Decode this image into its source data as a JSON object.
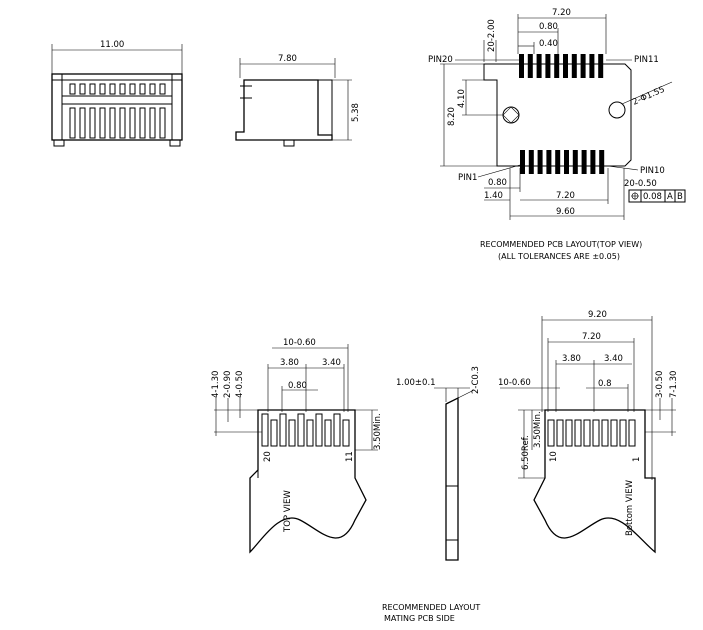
{
  "front_view": {
    "width_dim": "11.00"
  },
  "side_view": {
    "length_dim": "7.80",
    "height_dim": "5.38"
  },
  "pcb_layout": {
    "dim_720_top": "7.20",
    "dim_080_top": "0.80",
    "dim_040": "0.40",
    "dim_20_200": "20-2.00",
    "pin20": "PIN20",
    "pin11": "PIN11",
    "pin1": "PIN1",
    "pin10": "PIN10",
    "dim_410": "4.10",
    "dim_820": "8.20",
    "hole_dim": "2-Φ1.55",
    "dim_080_bot": "0.80",
    "dim_140": "1.40",
    "dim_720_bot": "7.20",
    "dim_960": "9.60",
    "dim_20_050": "20-0.50",
    "tol_value": "0.08",
    "datum_a": "A",
    "datum_b": "B",
    "caption_line1": "RECOMMENDED PCB LAYOUT(TOP VIEW)",
    "caption_line2": "(ALL TOLERANCES ARE ±0.05)"
  },
  "mating_top": {
    "dim_10_060": "10-0.60",
    "dim_380": "3.80",
    "dim_340": "3.40",
    "dim_080": "0.80",
    "dim_4_130": "4-1.30",
    "dim_2_090": "2-0.90",
    "dim_4_050": "4-0.50",
    "dim_350": "3.50Min.",
    "pin_20": "20",
    "pin_11": "11",
    "view_label": "TOP VIEW"
  },
  "mating_side": {
    "dim_thickness": "1.00±0.1",
    "dim_chamfer": "2-C0.3"
  },
  "mating_bottom": {
    "dim_920": "9.20",
    "dim_720": "7.20",
    "dim_380": "3.80",
    "dim_340": "3.40",
    "dim_10_060": "10-0.60",
    "dim_08": "0.8",
    "dim_3_050": "3-0.50",
    "dim_7_130": "7-1.30",
    "dim_650": "6.50Ref.",
    "dim_350": "3.50Min.",
    "pin_10": "10",
    "pin_1": "1",
    "view_label": "Bottom VIEW"
  },
  "bottom_caption": {
    "line1": "RECOMMENDED LAYOUT",
    "line2": "MATING PCB SIDE"
  }
}
